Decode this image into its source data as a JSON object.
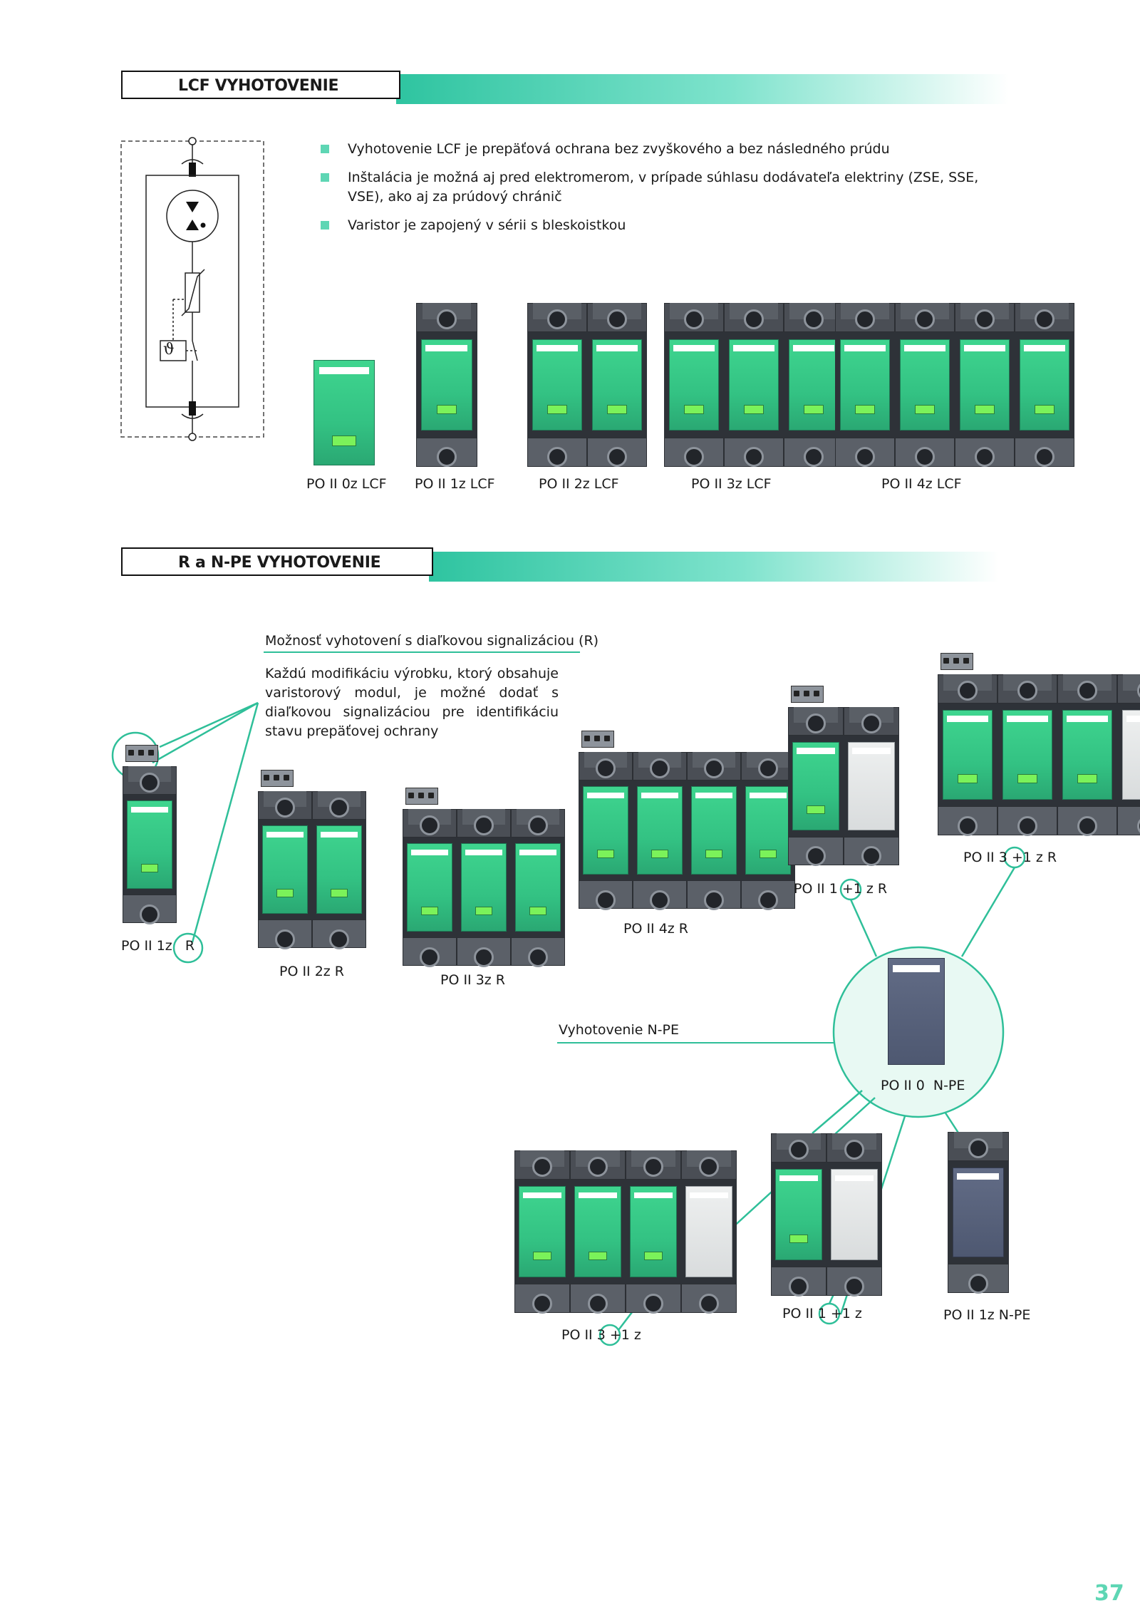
{
  "sections": {
    "lcf_title": "LCF VYHOTOVENIE",
    "r_npe_title": "R a N-PE VYHOTOVENIE"
  },
  "lcf": {
    "bullets": [
      "Vyhotovenie LCF je prepäťová ochrana bez zvyškového a bez následného prúdu",
      "Inštalácia je možná aj pred elektromerom, v prípade súhlasu dodávateľa elektriny (ZSE, SSE, VSE), ako aj za prúdový chránič",
      "Varistor je zapojený v sérii s bleskoistkou"
    ],
    "schematic_symbol": "ϑ",
    "products": [
      {
        "label": "PO II 0z LCF",
        "modules": 1
      },
      {
        "label": "PO II 1z LCF",
        "modules": 1
      },
      {
        "label": "PO II 2z LCF",
        "modules": 2
      },
      {
        "label": "PO II 3z LCF",
        "modules": 3
      },
      {
        "label": "PO II 4z LCF",
        "modules": 4
      }
    ]
  },
  "remote": {
    "heading": "Možnosť vyhotovení s diaľkovou signalizáciou (R)",
    "paragraph": "Každú modifikáciu výrobku, ktorý obsahuje varistorový modul, je možné dodať s diaľkovou signalizáciou pre identifikáciu stavu prepäťovej ochrany",
    "products": {
      "p1z_r_prefix": "PO II 1z",
      "p1z_r_suffix": "R",
      "p2z_r": "PO II 2z R",
      "p3z_r": "PO II 3z R",
      "p4z_r": "PO II 4z R",
      "p1p1_r_prefix": "PO II 1",
      "p1p1_r_mid": "+1",
      "p1p1_r_suffix": "z R",
      "p3p1_r_prefix": "PO II 3",
      "p3p1_r_mid": "+1",
      "p3p1_r_suffix": "z R"
    }
  },
  "npe": {
    "heading": "Vyhotovenie N-PE",
    "center_label": "PO II 0  N-PE",
    "products": {
      "p3p1_prefix": "PO II 3",
      "p3p1_mid": "+1",
      "p3p1_suffix": "z",
      "p1p1_prefix": "PO II 1",
      "p1p1_mid": "+1",
      "p1p1_suffix": "z",
      "p1z_npe": "PO II 1z N-PE"
    }
  },
  "page_number": "37",
  "colors": {
    "accent": "#5ed6b4",
    "module_green": "#3fd58f",
    "line": "#2fbf99"
  }
}
